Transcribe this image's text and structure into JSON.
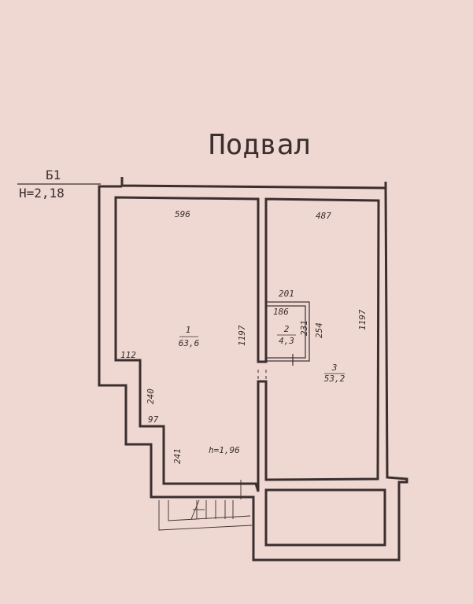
{
  "title": "Подвал",
  "level": {
    "name": "Б1",
    "height": "H=2,18"
  },
  "rooms": [
    {
      "number": "1",
      "area": "63,6"
    },
    {
      "number": "2",
      "area": "4,3"
    },
    {
      "number": "3",
      "area": "53,2"
    }
  ],
  "dimensions": {
    "r1_width": "596",
    "r1_length": "1197",
    "r1_step1": "112",
    "r1_step2": "240",
    "r1_step3": "97",
    "r1_step4": "241",
    "r1_height": "h=1,96",
    "r3_width": "487",
    "r3_length": "1197",
    "r2_outer_width": "201",
    "r2_inner_width": "186",
    "r2_inner_length": "231",
    "r2_outer_length": "254"
  },
  "colors": {
    "paper": "#efd8d2",
    "ink": "#3b2e2e"
  }
}
